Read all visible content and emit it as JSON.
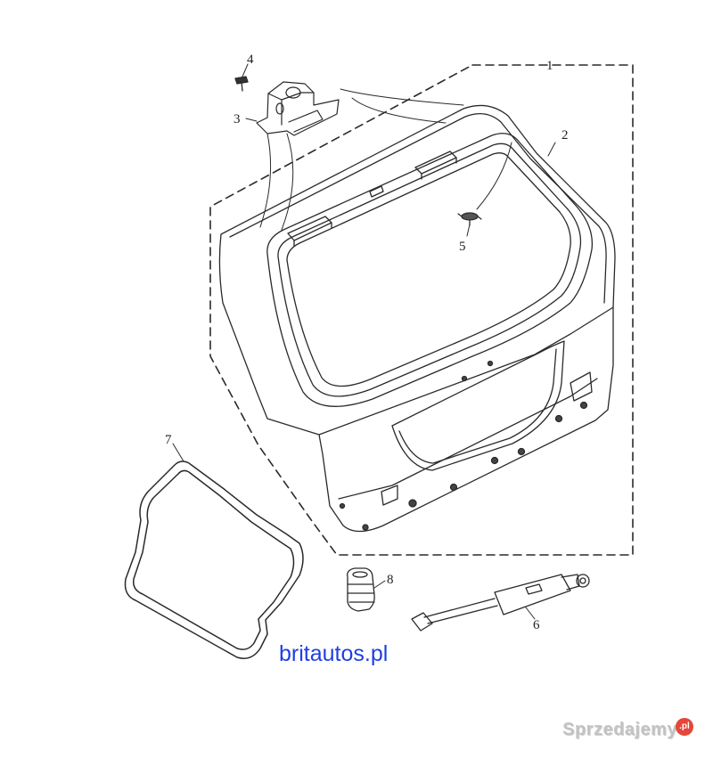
{
  "callouts": {
    "c1": "1",
    "c2": "2",
    "c3": "3",
    "c4": "4",
    "c5": "5",
    "c6": "6",
    "c7": "7",
    "c8": "8"
  },
  "brand_text": "britautos.pl",
  "watermark": {
    "text": "Sprzedajemy",
    "badge": ".pl"
  },
  "colors": {
    "line": "#2a2a2a",
    "brand": "#1f3fe0",
    "watermark_badge": "#e4473b"
  }
}
